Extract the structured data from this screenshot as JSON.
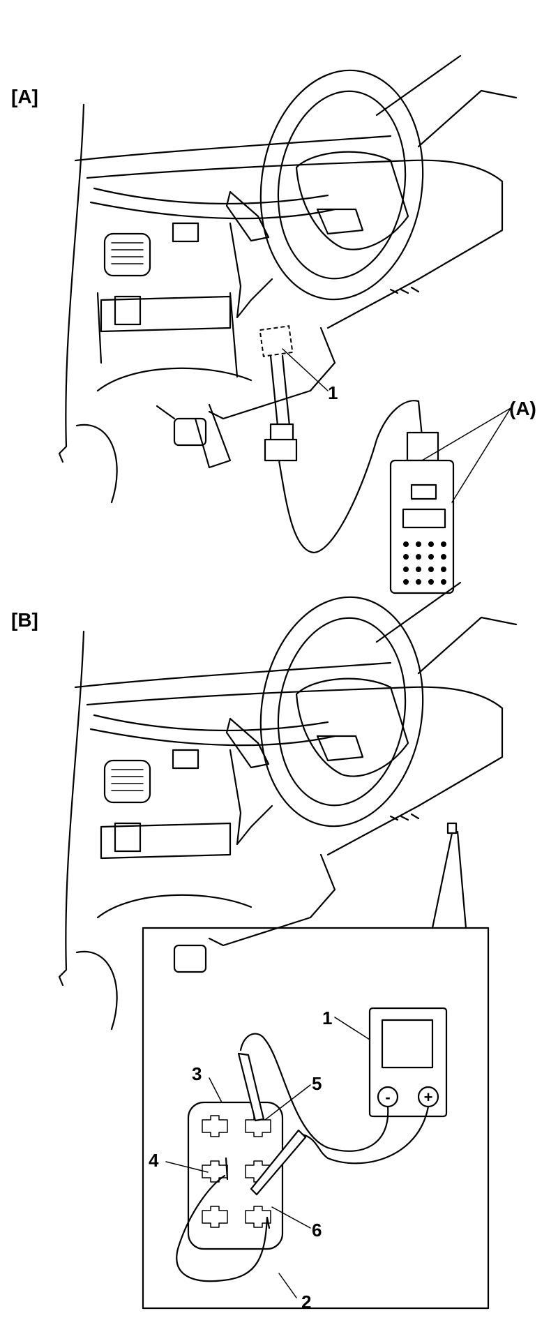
{
  "panels": {
    "a": {
      "label": "[A]",
      "callout_1": "1",
      "callout_tool": "(A)"
    },
    "b": {
      "label": "[B]",
      "callout_1": "1",
      "callout_2": "2",
      "callout_3": "3",
      "callout_4": "4",
      "callout_5": "5",
      "callout_6": "6"
    }
  },
  "meter": {
    "minus_symbol": "-",
    "plus_symbol": "+"
  }
}
